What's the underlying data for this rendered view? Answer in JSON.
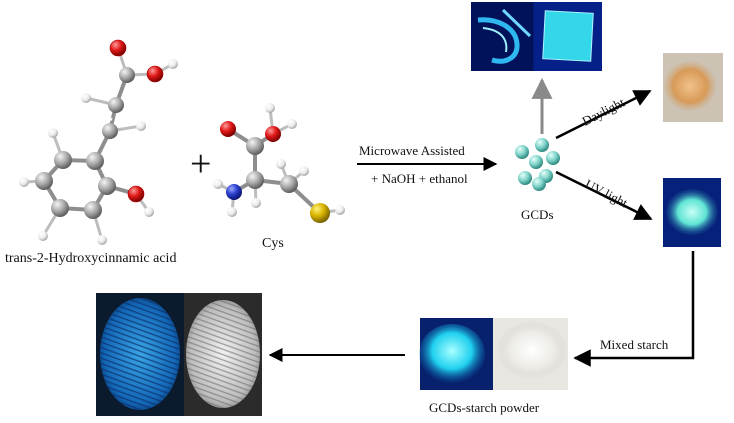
{
  "labels": {
    "reactant1": "trans-2-Hydroxycinnamic acid",
    "plus": "+",
    "reactant2": "Cys",
    "arrow_top": "Microwave Assisted",
    "arrow_bottom": "+ NaOH + ethanol",
    "product": "GCDs",
    "branch_day": "Daylight",
    "branch_uv": "UV light",
    "mix": "Mixed starch",
    "composite": "GCDs-starch powder"
  },
  "icons": {
    "molecule1": "trans-2-hydroxycinnamic-acid-ball-and-stick-model",
    "molecule2": "cysteine-ball-and-stick-model",
    "gcds": "carbon-dot-cluster",
    "film_photo": "fluorescent-film-photos",
    "daylight_photo": "orange-powder-daylight-photo",
    "uv_photo": "cyan-powder-uv-photo",
    "starch_photo": "starch-powder-uv-and-daylight-photos",
    "fingerprint_photo": "fingerprint-uv-and-daylight-photos"
  },
  "colors": {
    "carbon": "#a8a8a8",
    "hydrogen": "#f2f2f2",
    "oxygen": "#e01818",
    "nitrogen": "#2b3fcf",
    "sulfur": "#d9b400",
    "dot": "#7fd3c9",
    "arrow": "#000000",
    "gray_arrow": "#8a8a8a",
    "uv_blue": "#062a8c",
    "glow": "#3fe0f0",
    "powder_orange": "#d4a46c"
  }
}
